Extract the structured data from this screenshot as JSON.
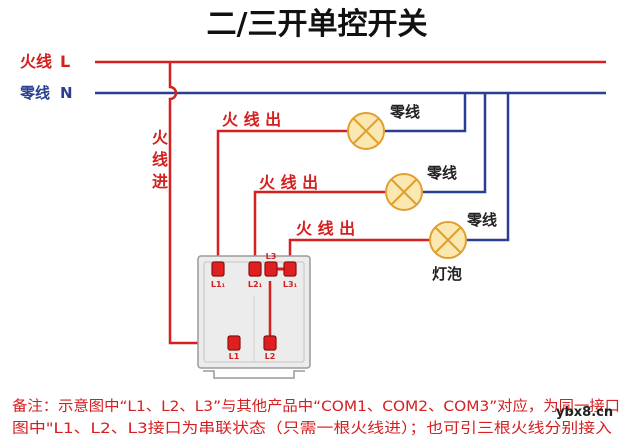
{
  "title": "二/三开单控开关",
  "lines": {
    "live": {
      "name": "火线",
      "code": "L"
    },
    "neutral": {
      "name": "零线",
      "code": "N"
    }
  },
  "labels": {
    "live_in": [
      "火",
      "线",
      "进"
    ],
    "live_out": "火 线 出",
    "neutral_tag": "零线",
    "bulb": "灯泡"
  },
  "switch": {
    "top_terminals": [
      "L1₁",
      "L2₁",
      "L3",
      "L3₁"
    ],
    "bottom_terminals": [
      "L1",
      "L2"
    ]
  },
  "note": {
    "line1": "备注：示意图中“L1、L2、L3”与其他产品中“COM1、COM2、COM3”对应，为同一接口",
    "line2": "图中\"L1、L2、L3接口为串联状态（只需一根火线进）；也可引三根火线分别接入"
  },
  "watermark": "ybx8.cn",
  "colors": {
    "live": "#d42020",
    "neutral": "#2a3f8f",
    "bulb_fill": "#fbe7b0",
    "bulb_stroke": "#e0a030"
  }
}
